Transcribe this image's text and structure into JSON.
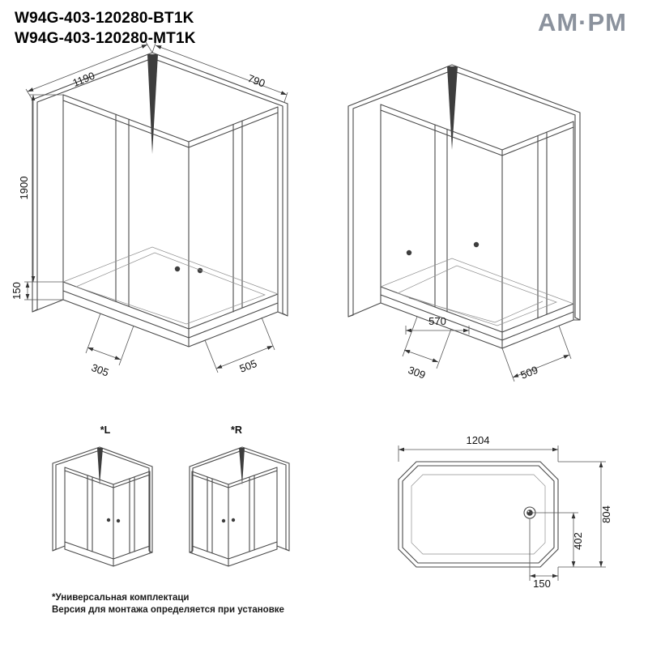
{
  "header": {
    "code_line1": "W94G-403-120280-BT1K",
    "code_line2": "W94G-403-120280-MT1K",
    "logo": "AM·PM"
  },
  "main_view": {
    "dim_width": "1190",
    "dim_depth": "790",
    "dim_height": "1900",
    "dim_tray_height": "150",
    "dim_bottom_left": "305",
    "dim_bottom_right": "505"
  },
  "back_view": {
    "dim_inner_width": "570",
    "dim_bottom_left": "309",
    "dim_bottom_right": "509"
  },
  "variants": {
    "left_label": "*L",
    "right_label": "*R"
  },
  "tray_view": {
    "dim_width": "1204",
    "dim_depth": "804",
    "dim_half_depth": "402",
    "dim_drain_offset": "150"
  },
  "footnote": {
    "line1": "*Универсальная комплектаци",
    "line2": "Версия для монтажа определяется при установке"
  },
  "colors": {
    "line": "#4a4a4a",
    "logo": "#8b929d"
  }
}
